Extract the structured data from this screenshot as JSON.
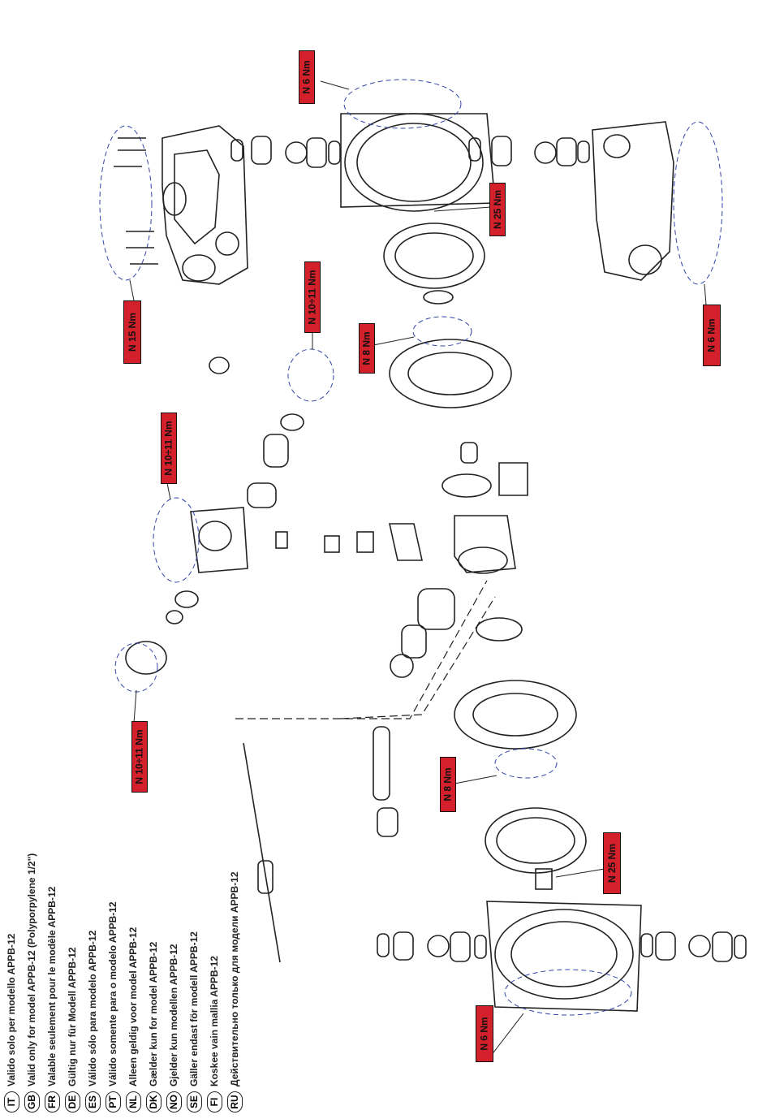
{
  "torque_labels": [
    {
      "id": "n6-top",
      "text": "N 6 Nm"
    },
    {
      "id": "n15",
      "text": "N 15 Nm"
    },
    {
      "id": "n25-top",
      "text": "N 25 Nm"
    },
    {
      "id": "n6-right",
      "text": "N 6 Nm"
    },
    {
      "id": "n10-11-a",
      "text": "N 10÷11 Nm"
    },
    {
      "id": "n8-top",
      "text": "N 8 Nm"
    },
    {
      "id": "n10-11-b",
      "text": "N 10÷11 Nm"
    },
    {
      "id": "n10-11-c",
      "text": "N 10÷11 Nm"
    },
    {
      "id": "n8-bottom",
      "text": "N 8 Nm"
    },
    {
      "id": "n25-bottom",
      "text": "N 25 Nm"
    },
    {
      "id": "n6-bottom",
      "text": "N 6 Nm"
    }
  ],
  "legend": [
    {
      "code": "IT",
      "text": "Valido solo per modello APPB-12"
    },
    {
      "code": "GB",
      "text": "Valid only for model APPB-12 (Polyporpylene 1/2\")"
    },
    {
      "code": "FR",
      "text": "Valable seulement pour le modèle APPB-12"
    },
    {
      "code": "DE",
      "text": "Gültig nur für Modell APPB-12"
    },
    {
      "code": "ES",
      "text": "Válido sólo para modelo APPB-12"
    },
    {
      "code": "PT",
      "text": "Válido somente para o modelo APPB-12"
    },
    {
      "code": "NL",
      "text": "Alleen geldig voor model APPB-12"
    },
    {
      "code": "DK",
      "text": "Gælder kun for model APPB-12"
    },
    {
      "code": "NO",
      "text": "Gjelder kun modellen APPB-12"
    },
    {
      "code": "SE",
      "text": "Gäller endast för modell APPB-12"
    },
    {
      "code": "FI",
      "text": "Koskee vain mallia APPB-12"
    },
    {
      "code": "RU",
      "text": "Действительно только для модели APPB-12"
    }
  ],
  "colors": {
    "label_fill": "#d4202a",
    "line": "#222222"
  }
}
